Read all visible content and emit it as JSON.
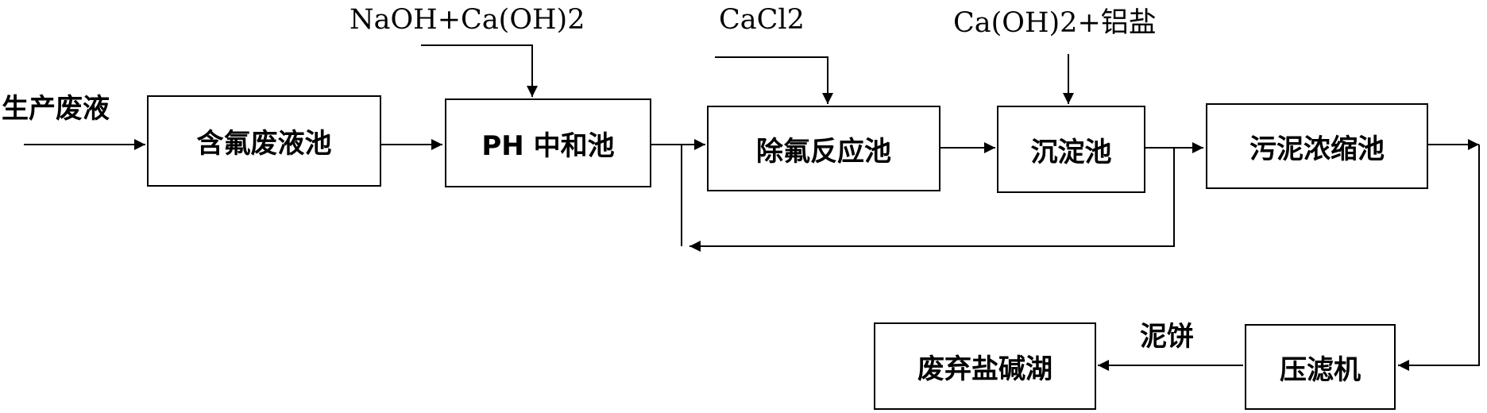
{
  "diagram": {
    "input_label": "生产废液",
    "nodes": {
      "fluoride_tank": "含氟废液池",
      "ph_tank": "PH 中和池",
      "defluorination_tank": "除氟反应池",
      "sedimentation_tank": "沉淀池",
      "sludge_thickener": "污泥浓缩池",
      "filter_press": "压滤机",
      "salt_lake": "废弃盐碱湖"
    },
    "reagents": {
      "ph": "NaOH+Ca(OH)2",
      "defluorination": "CaCl2",
      "sedimentation": "Ca(OH)2+铝盐"
    },
    "edge_labels": {
      "filter_cake": "泥饼"
    },
    "colors": {
      "stroke": "#000000",
      "background": "#ffffff"
    }
  }
}
